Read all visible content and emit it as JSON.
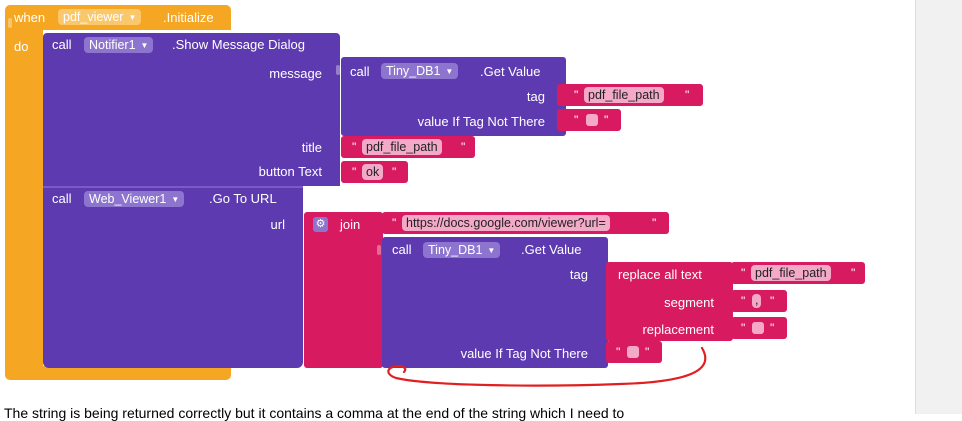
{
  "event": {
    "when": "when",
    "component": "pdf_viewer",
    "event_name": ".Initialize",
    "do": "do"
  },
  "notifier_call": {
    "call": "call",
    "component": "Notifier1",
    "method": ".Show Message Dialog",
    "message_label": "message",
    "title_label": "title",
    "button_text_label": "button Text"
  },
  "db_call_1": {
    "call": "call",
    "component": "Tiny_DB1",
    "method": ".Get Value",
    "tag_label": "tag",
    "tag_value": "pdf_file_path",
    "default_label": "value If Tag Not There"
  },
  "title_value": "pdf_file_path",
  "button_text_value": "ok",
  "webviewer_call": {
    "call": "call",
    "component": "Web_Viewer1",
    "method": ".Go To URL",
    "url_label": "url"
  },
  "join": {
    "label": "join",
    "url_prefix": "https://docs.google.com/viewer?url="
  },
  "db_call_2": {
    "call": "call",
    "component": "Tiny_DB1",
    "method": ".Get Value",
    "tag_label": "tag",
    "default_label": "value If Tag Not There"
  },
  "replace": {
    "label": "replace all text",
    "text_value": "pdf_file_path",
    "segment_label": "segment",
    "segment_value": ",",
    "replacement_label": "replacement"
  },
  "caption": "The string is being returned correctly but it contains a comma at the end of the string which I need to",
  "colors": {
    "event_yellow": "#f5a623",
    "component_purple": "#5e3ab0",
    "text_magenta": "#d81b60",
    "annotation_red": "#e02020"
  },
  "icons": {
    "dropdown": "triangle-down",
    "mutator": "gear"
  }
}
